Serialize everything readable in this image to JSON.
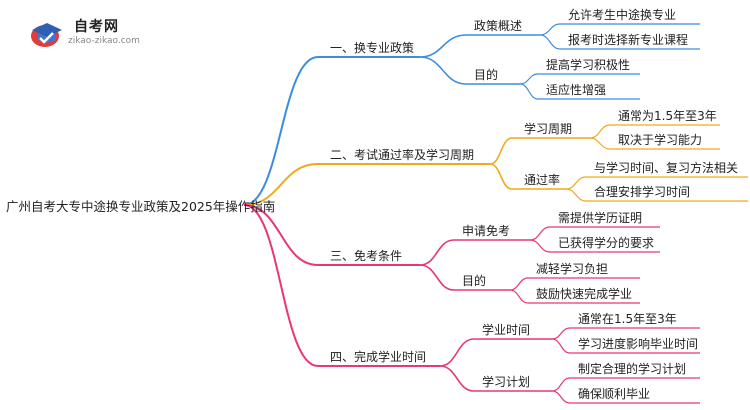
{
  "logo": {
    "title": "自考网",
    "url": "zikao-zikao.com"
  },
  "root": {
    "label": "广州自考大专中途换专业政策及2025年操作指南"
  },
  "colors": {
    "branch1": "#3b8ede",
    "branch2": "#f0a91e",
    "branch3": "#e8367a",
    "branch4": "#e8367a"
  },
  "branches": [
    {
      "label": "一、换专业政策",
      "children": [
        {
          "label": "政策概述",
          "children": [
            {
              "label": "允许考生中途换专业"
            },
            {
              "label": "报考时选择新专业课程"
            }
          ]
        },
        {
          "label": "目的",
          "children": [
            {
              "label": "提高学习积极性"
            },
            {
              "label": "适应性增强"
            }
          ]
        }
      ]
    },
    {
      "label": "二、考试通过率及学习周期",
      "children": [
        {
          "label": "学习周期",
          "children": [
            {
              "label": "通常为1.5年至3年"
            },
            {
              "label": "取决于学习能力"
            }
          ]
        },
        {
          "label": "通过率",
          "children": [
            {
              "label": "与学习时间、复习方法相关"
            },
            {
              "label": "合理安排学习时间"
            }
          ]
        }
      ]
    },
    {
      "label": "三、免考条件",
      "children": [
        {
          "label": "申请免考",
          "children": [
            {
              "label": "需提供学历证明"
            },
            {
              "label": "已获得学分的要求"
            }
          ]
        },
        {
          "label": "目的",
          "children": [
            {
              "label": "减轻学习负担"
            },
            {
              "label": "鼓励快速完成学业"
            }
          ]
        }
      ]
    },
    {
      "label": "四、完成学业时间",
      "children": [
        {
          "label": "学业时间",
          "children": [
            {
              "label": "通常在1.5年至3年"
            },
            {
              "label": "学习进度影响毕业时间"
            }
          ]
        },
        {
          "label": "学习计划",
          "children": [
            {
              "label": "制定合理的学习计划"
            },
            {
              "label": "确保顺利毕业"
            }
          ]
        }
      ]
    }
  ]
}
